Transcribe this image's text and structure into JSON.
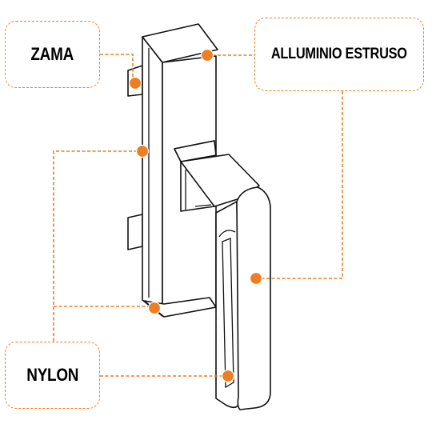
{
  "labels": {
    "zama": "ZAMA",
    "alluminio": "ALLUMINIO ESTRUSO",
    "nylon": "NYLON"
  },
  "colors": {
    "accent": "#ef7d22",
    "outline": "#111111",
    "text": "#000000"
  }
}
